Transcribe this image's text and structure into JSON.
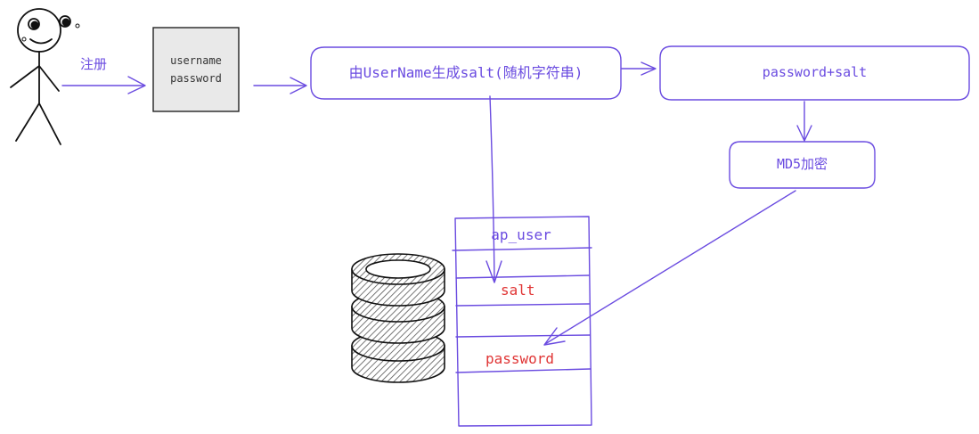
{
  "actor": {
    "action_label": "注册"
  },
  "form": {
    "username_label": "username",
    "password_label": "password"
  },
  "process": {
    "generate_salt": "由UserName生成salt(随机字符串)",
    "combine": "password+salt",
    "hash": "MD5加密"
  },
  "table": {
    "name": "ap_user",
    "fields": [
      "salt",
      "password"
    ]
  },
  "colors": {
    "stroke": "#6a4be0",
    "field_text": "#e03535",
    "form_fill": "#e9e9e9"
  }
}
